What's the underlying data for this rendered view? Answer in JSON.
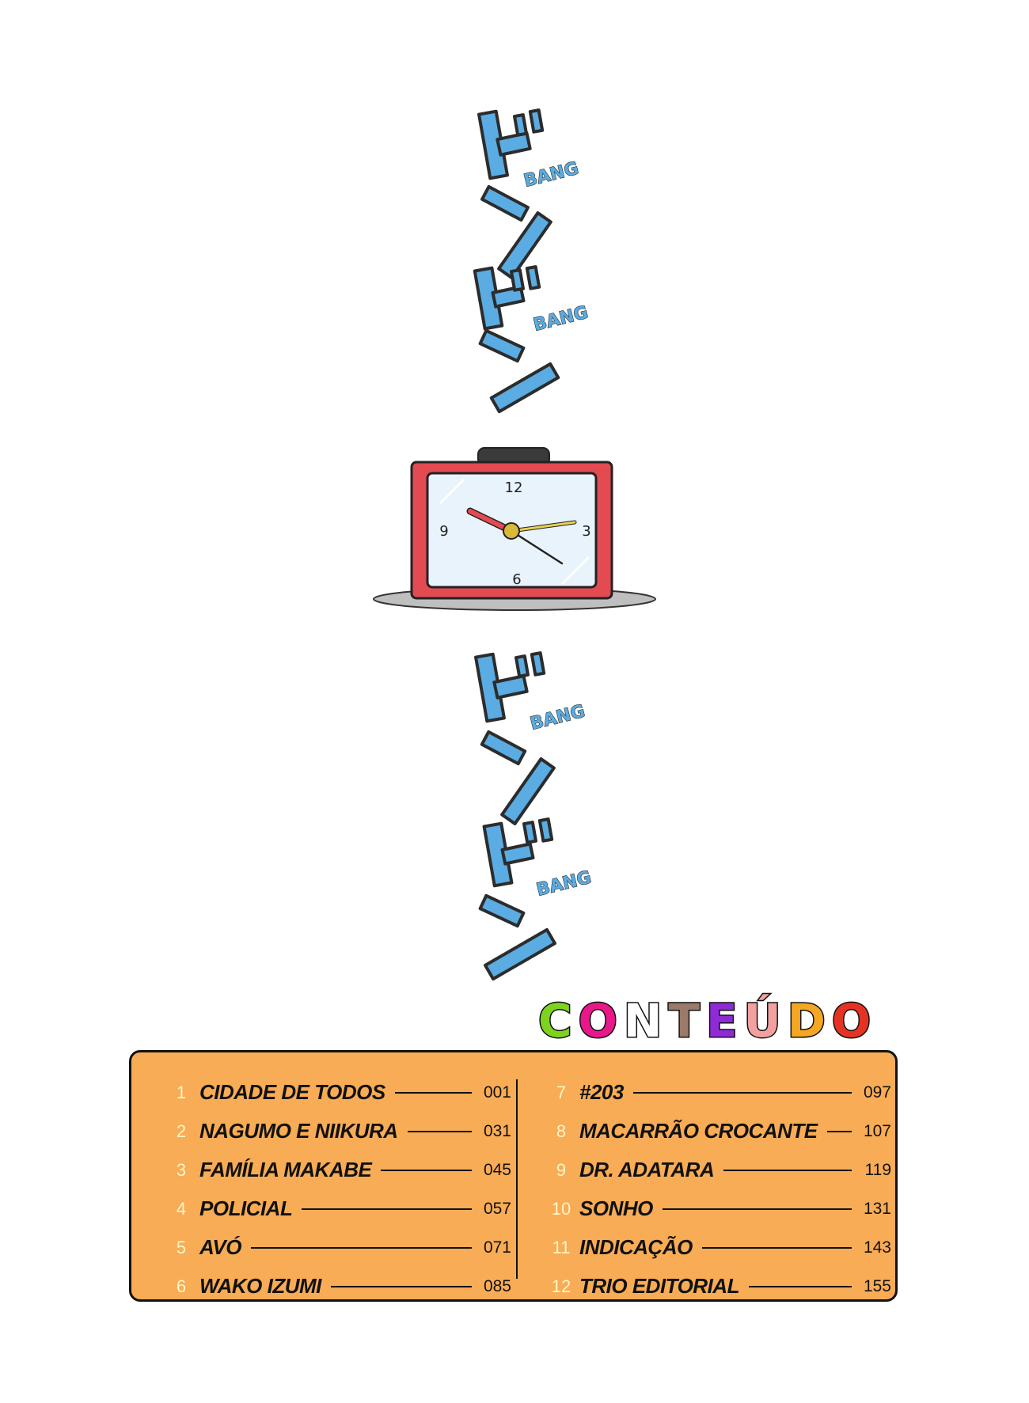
{
  "sfx": {
    "bang_label": "BANG"
  },
  "clock": {
    "numbers": [
      "12",
      "3",
      "6",
      "9"
    ]
  },
  "contents": {
    "title_letters": [
      {
        "char": "C",
        "color": "#7ed321"
      },
      {
        "char": "O",
        "color": "#e8178a"
      },
      {
        "char": "N",
        "color": "#ffffff"
      },
      {
        "char": "T",
        "color": "#9a7a68"
      },
      {
        "char": "E",
        "color": "#8e2bd6"
      },
      {
        "char": "Ú",
        "color": "#f2a0a0"
      },
      {
        "char": "D",
        "color": "#f5a623"
      },
      {
        "char": "O",
        "color": "#e53323"
      }
    ],
    "left": [
      {
        "num": "1",
        "name": "CIDADE DE TODOS",
        "page": "001"
      },
      {
        "num": "2",
        "name": "NAGUMO E NIIKURA",
        "page": "031"
      },
      {
        "num": "3",
        "name": "FAMÍLIA MAKABE",
        "page": "045"
      },
      {
        "num": "4",
        "name": "POLICIAL",
        "page": "057"
      },
      {
        "num": "5",
        "name": "AVÓ",
        "page": "071"
      },
      {
        "num": "6",
        "name": "WAKO IZUMI",
        "page": "085"
      }
    ],
    "right": [
      {
        "num": "7",
        "name": "#203",
        "page": "097"
      },
      {
        "num": "8",
        "name": "MACARRÃO CROCANTE",
        "page": "107"
      },
      {
        "num": "9",
        "name": "DR. ADATARA",
        "page": "119"
      },
      {
        "num": "10",
        "name": "SONHO",
        "page": "131"
      },
      {
        "num": "11",
        "name": "INDICAÇÃO",
        "page": "143"
      },
      {
        "num": "12",
        "name": "TRIO EDITORIAL",
        "page": "155"
      }
    ]
  }
}
